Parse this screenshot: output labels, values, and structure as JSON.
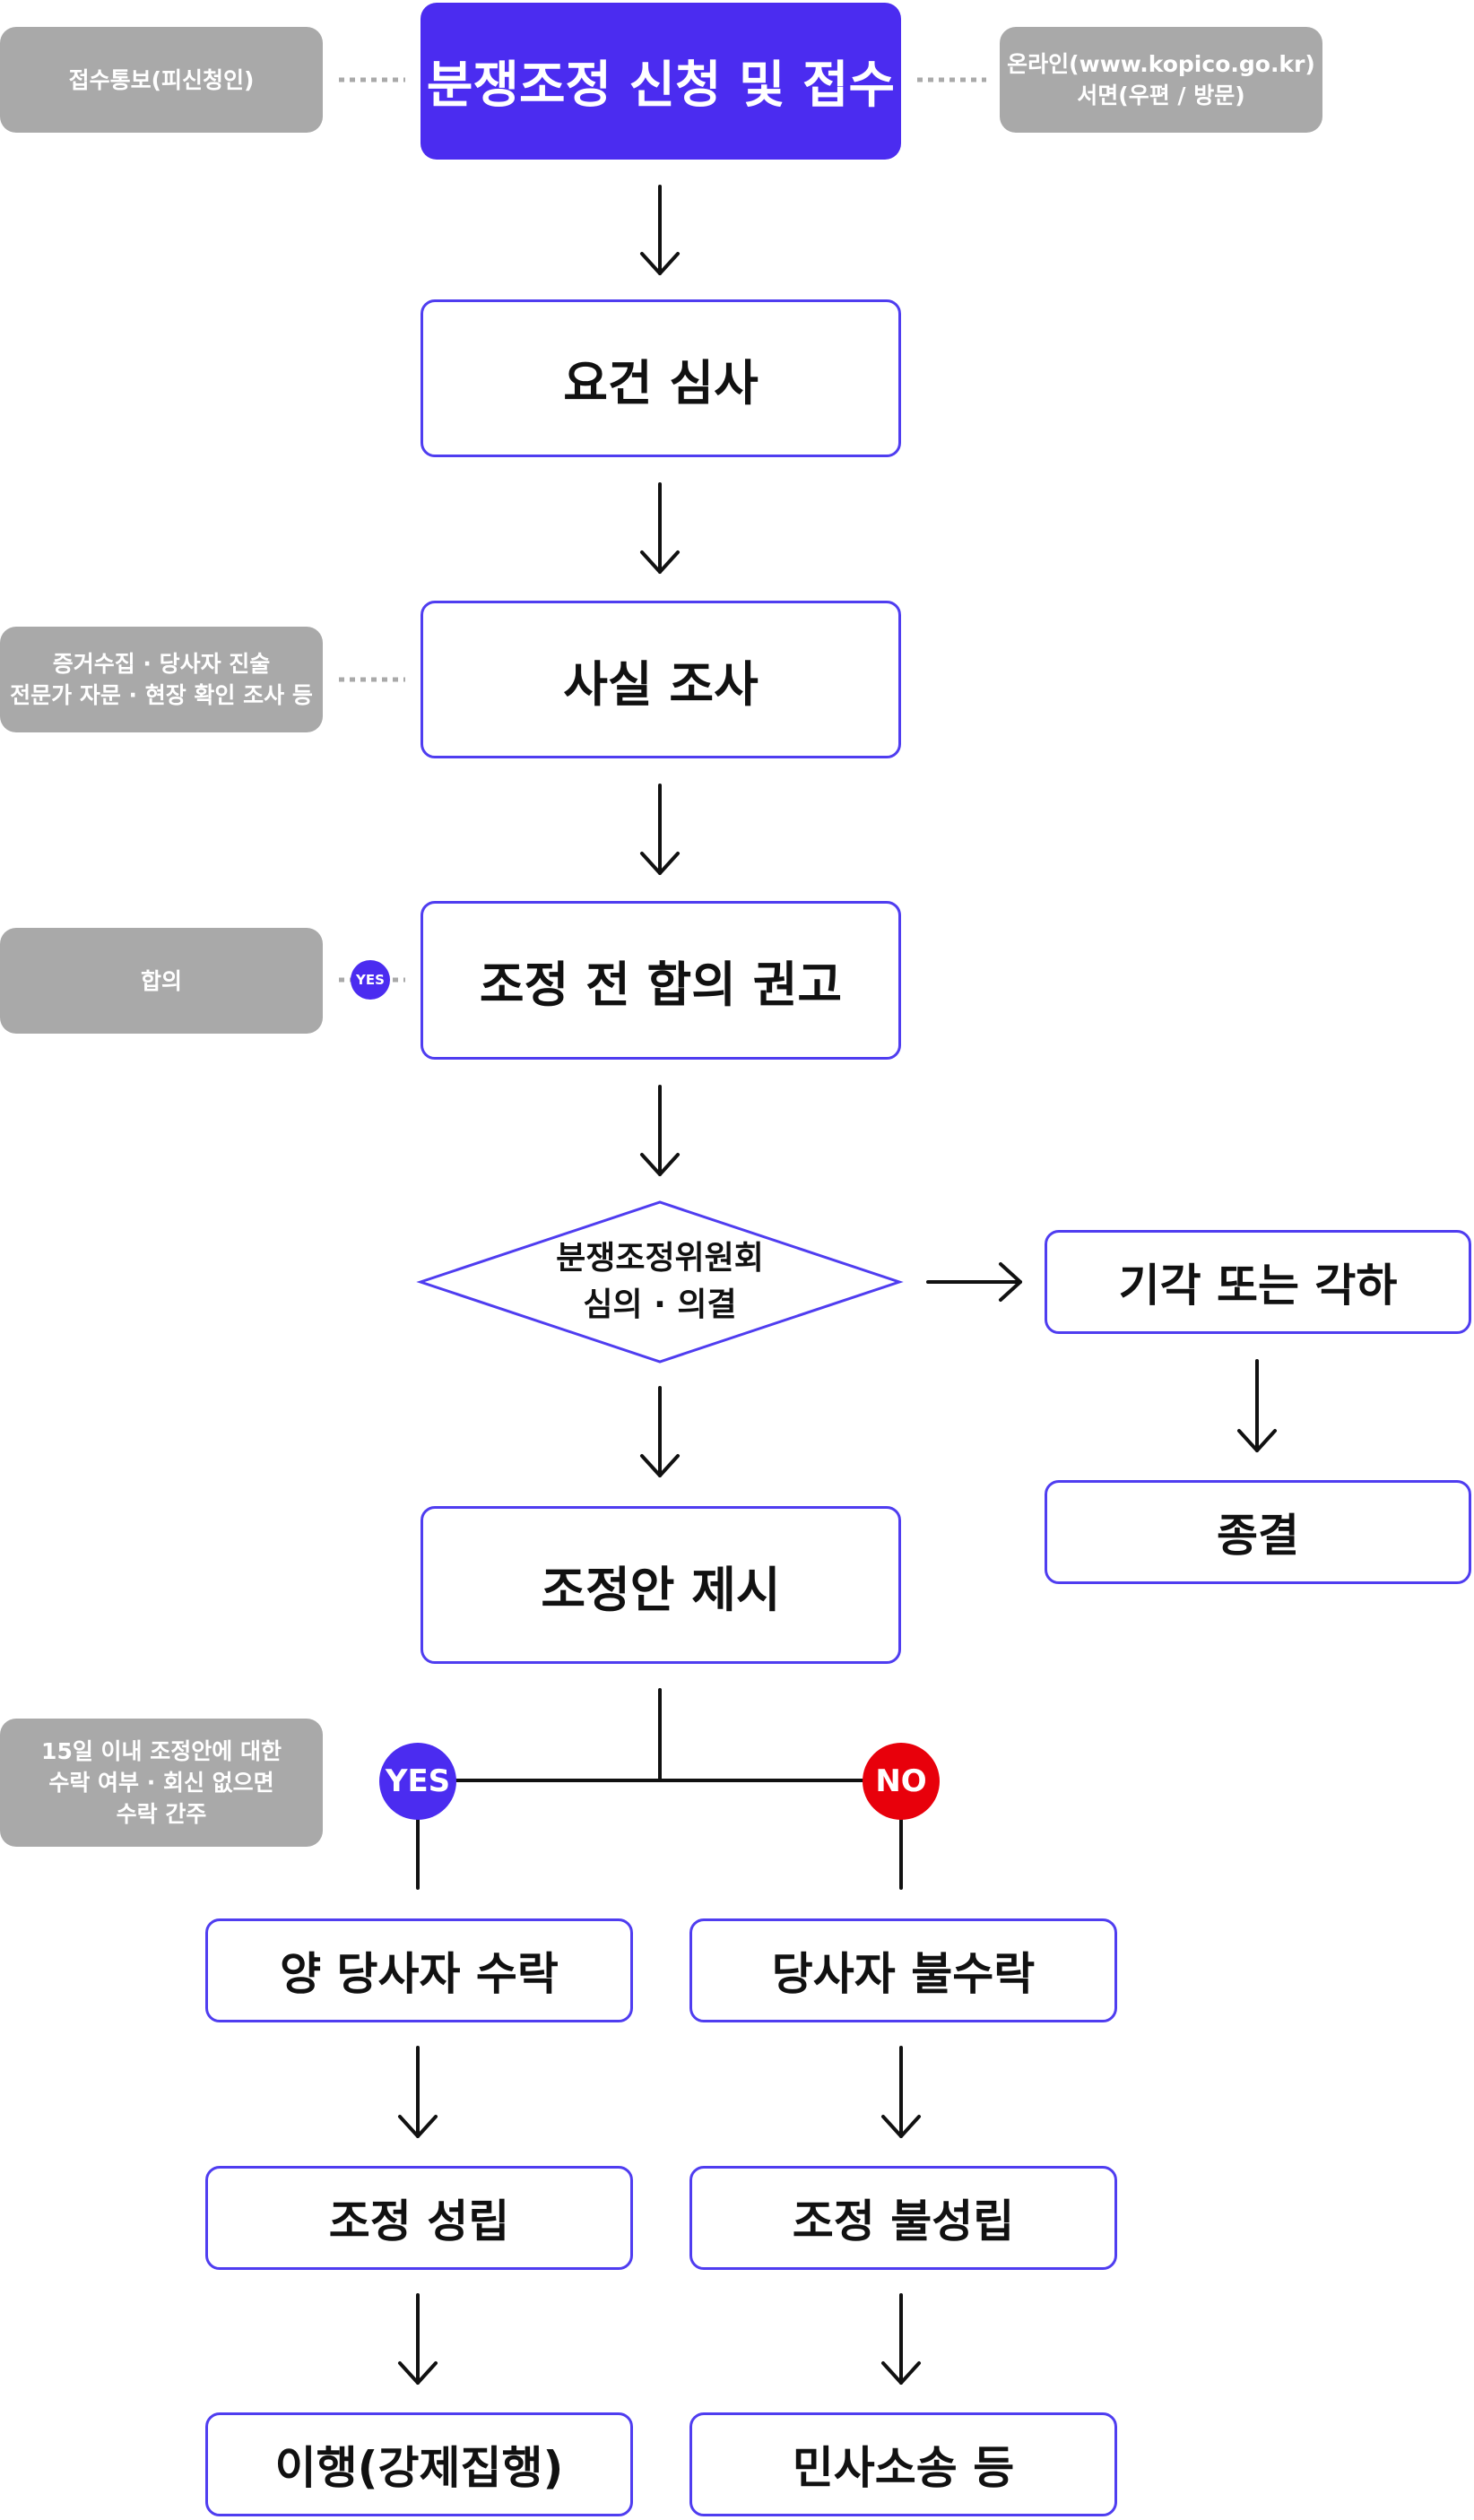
{
  "colors": {
    "accent": "#4b2cf0",
    "border": "#4f3df0",
    "note_bg": "#a9a9a9",
    "no": "#e8000b",
    "line": "#111111",
    "dotted": "#a9a9a9"
  },
  "steps": {
    "apply": "분쟁조정 신청 및 접수",
    "requirements": "요건 심사",
    "fact_finding": "사실 조사",
    "pre_recommend": "조정 전 합의 권고",
    "committee_line1": "분쟁조정위원회",
    "committee_line2": "심의 · 의결",
    "dismiss": "기각 또는 각하",
    "close": "종결",
    "proposal": "조정안 제시",
    "accept": "양 당사자 수락",
    "reject": "당사자 불수락",
    "success": "조정 성립",
    "fail": "조정 불성립",
    "enforce": "이행(강제집행)",
    "civil": "민사소송 등"
  },
  "notes": {
    "notify": "접수통보(피신청인)",
    "channel_line1": "온라인(www.kopico.go.kr)",
    "channel_line2": "서면(우편 / 방문)",
    "evidence_line1": "증거수집 · 당사자 진술",
    "evidence_line2": "전문가 자문 · 현장 확인 조사 등",
    "agree": "합의",
    "deemed_line1": "15일 이내 조정안에 대한",
    "deemed_line2": "수락 여부 · 회신 없으면",
    "deemed_line3": "수락 간주"
  },
  "badges": {
    "yes_small": "YES",
    "yes": "YES",
    "no": "NO"
  }
}
